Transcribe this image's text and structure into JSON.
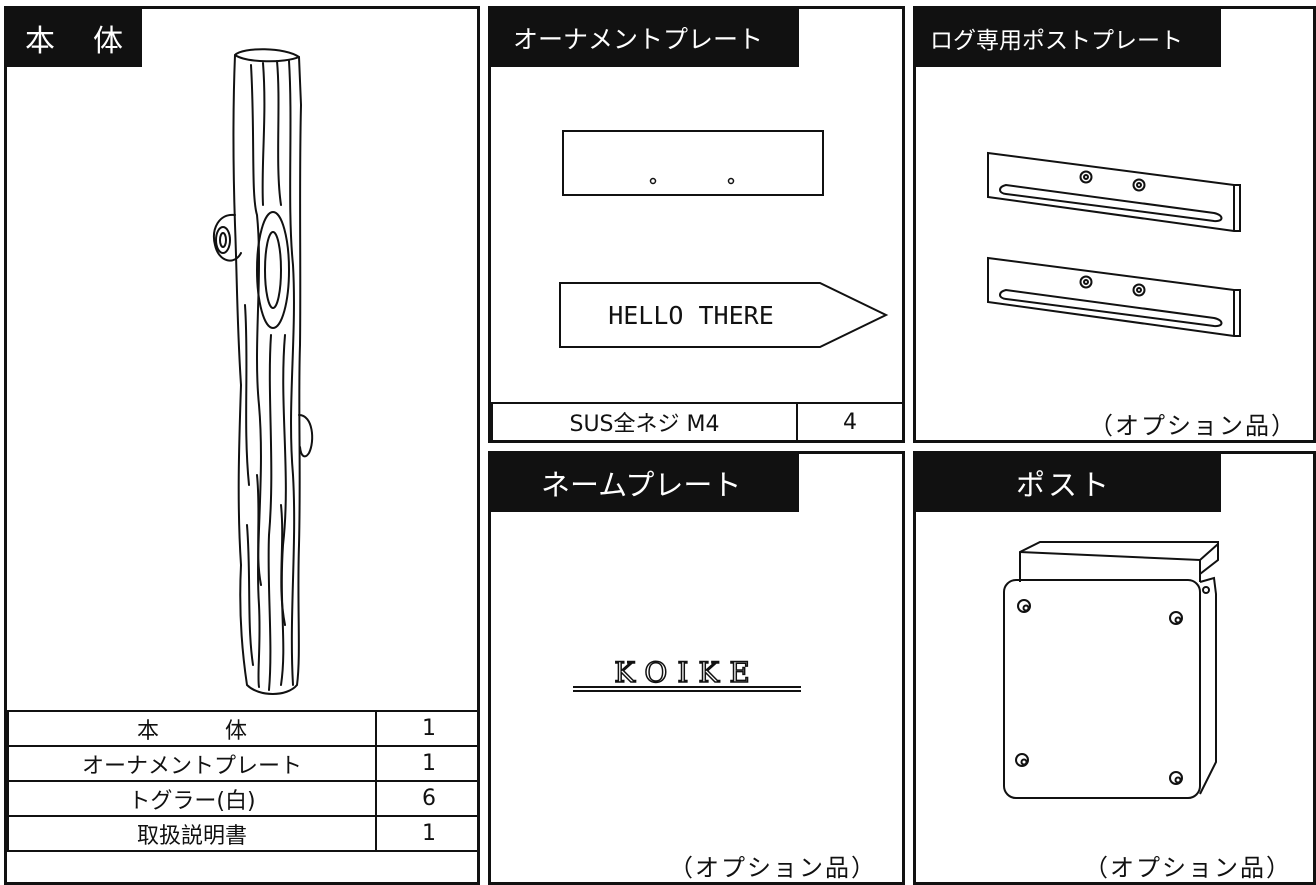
{
  "panels": {
    "body": {
      "title": "本　体",
      "parts": [
        {
          "name": "本　　　体",
          "qty": "1"
        },
        {
          "name": "オーナメントプレート",
          "qty": "1"
        },
        {
          "name": "トグラー(白)",
          "qty": "6"
        },
        {
          "name": "取扱説明書",
          "qty": "1"
        }
      ]
    },
    "ornament": {
      "title": "オーナメントプレート",
      "sign_text": "HELLO THERE",
      "screw": {
        "name": "SUS全ネジ M4",
        "qty": "4"
      }
    },
    "log_plate": {
      "title": "ログ専用ポストプレート",
      "note": "（オプション品）"
    },
    "name_plate": {
      "title": "ネームプレート",
      "plate_text": "KOIKE",
      "note": "（オプション品）"
    },
    "post": {
      "title": "ポスト",
      "note": "（オプション品）"
    }
  }
}
